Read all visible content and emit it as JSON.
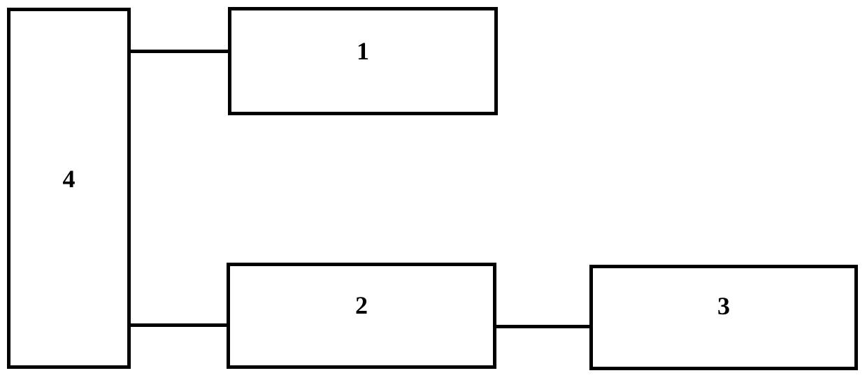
{
  "diagram": {
    "type": "block-diagram",
    "boxes": [
      {
        "id": "1",
        "label": "1"
      },
      {
        "id": "2",
        "label": "2"
      },
      {
        "id": "3",
        "label": "3"
      },
      {
        "id": "4",
        "label": "4"
      }
    ],
    "connections": [
      {
        "from": "4",
        "to": "1"
      },
      {
        "from": "4",
        "to": "2"
      },
      {
        "from": "2",
        "to": "3"
      }
    ],
    "colors": {
      "stroke": "#000000",
      "fill": "#ffffff",
      "background": "#ffffff"
    }
  }
}
